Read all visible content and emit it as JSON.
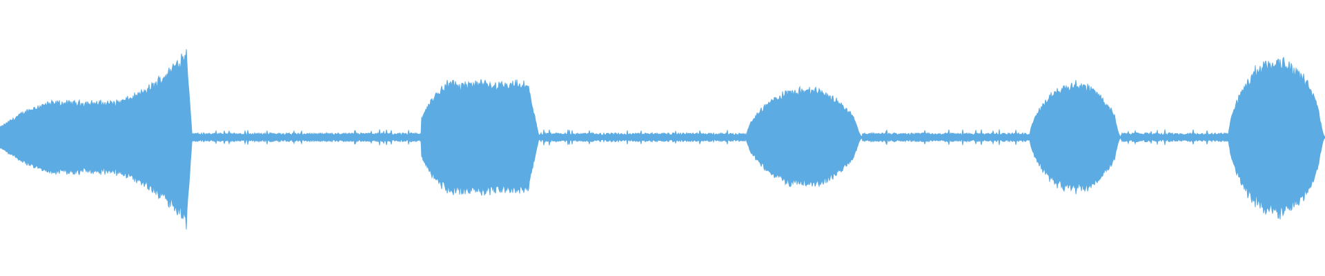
{
  "waveform": {
    "color": "#5DABE3",
    "background": "#FFFFFF",
    "segments": [
      {
        "kind": "loud",
        "start": 0.0,
        "end": 0.145,
        "peak": 0.88,
        "shape": "swell"
      },
      {
        "kind": "quiet",
        "start": 0.145,
        "end": 0.318,
        "peak": 0.04
      },
      {
        "kind": "loud",
        "start": 0.318,
        "end": 0.407,
        "peak": 0.5,
        "shape": "plateau"
      },
      {
        "kind": "quiet",
        "start": 0.407,
        "end": 0.563,
        "peak": 0.04
      },
      {
        "kind": "loud",
        "start": 0.563,
        "end": 0.651,
        "peak": 0.45,
        "shape": "dome"
      },
      {
        "kind": "quiet",
        "start": 0.651,
        "end": 0.777,
        "peak": 0.04
      },
      {
        "kind": "loud",
        "start": 0.777,
        "end": 0.846,
        "peak": 0.5,
        "shape": "dome"
      },
      {
        "kind": "quiet",
        "start": 0.846,
        "end": 0.927,
        "peak": 0.04
      },
      {
        "kind": "loud",
        "start": 0.927,
        "end": 1.0,
        "peak": 0.72,
        "shape": "dome"
      }
    ]
  }
}
